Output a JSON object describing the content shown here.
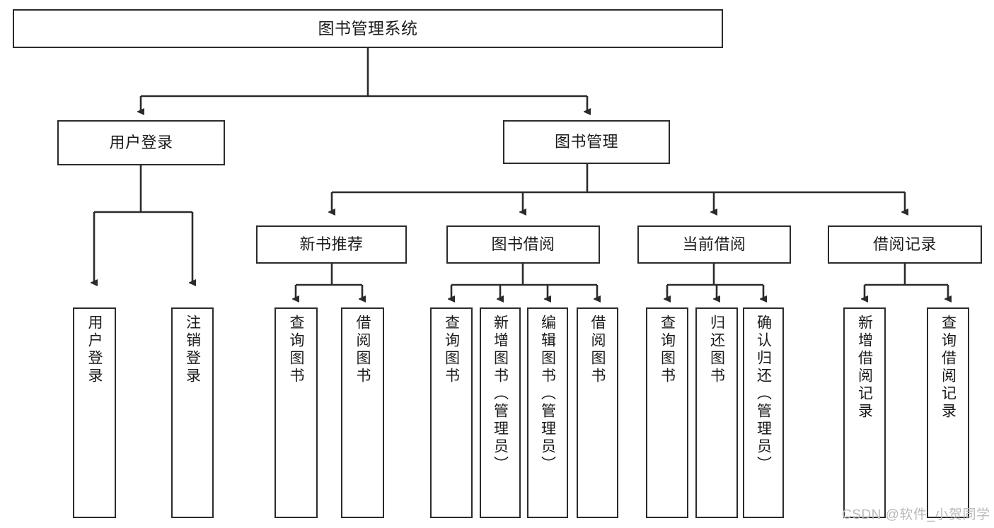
{
  "diagram": {
    "title": "图书管理系统",
    "type": "tree",
    "watermark": "CSDN @软件_小贺同学",
    "stroke_color": "#2b2b2b",
    "fill_color": "#ffffff",
    "text_color": "#1a1a1a",
    "levels": {
      "root": {
        "label": "图书管理系统"
      },
      "level2": [
        {
          "label": "用户登录"
        },
        {
          "label": "图书管理"
        }
      ],
      "level3": [
        {
          "label": "新书推荐"
        },
        {
          "label": "图书借阅"
        },
        {
          "label": "当前借阅"
        },
        {
          "label": "借阅记录"
        }
      ],
      "leaves": {
        "user_login": [
          {
            "label": "用户登录"
          },
          {
            "label": "注销登录"
          }
        ],
        "new_book_recommend": [
          {
            "label": "查询图书"
          },
          {
            "label": "借阅图书"
          }
        ],
        "book_borrow": [
          {
            "label": "查询图书"
          },
          {
            "label": "新增图书（管理员）"
          },
          {
            "label": "编辑图书（管理员）"
          },
          {
            "label": "借阅图书"
          }
        ],
        "current_borrow": [
          {
            "label": "查询图书"
          },
          {
            "label": "归还图书"
          },
          {
            "label": "确认归还（管理员）"
          }
        ],
        "borrow_record": [
          {
            "label": "新增借阅记录"
          },
          {
            "label": "查询借阅记录"
          }
        ]
      }
    }
  }
}
